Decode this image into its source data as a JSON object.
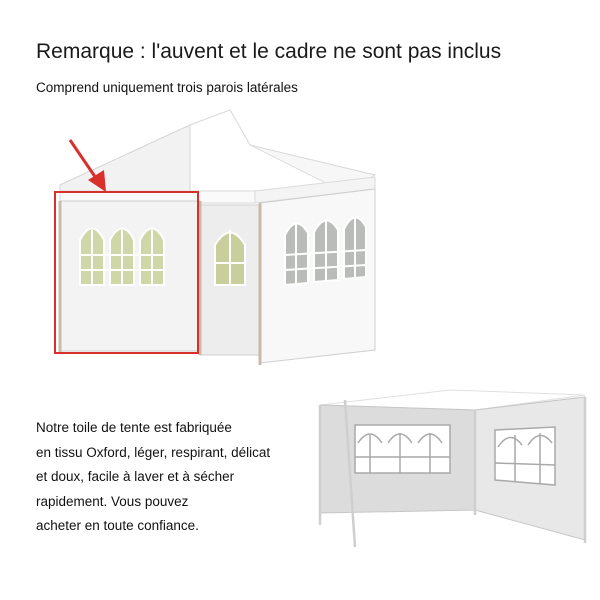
{
  "header": {
    "title": "Remarque : l'auvent et le cadre ne sont pas inclus",
    "subtitle": "Comprend uniquement trois parois latérales"
  },
  "description": {
    "lines": [
      "Notre toile de tente est fabriquée",
      "en tissu Oxford, léger, respirant, délicat",
      "et doux, facile à laver et à sécher",
      "rapidement. Vous pouvez",
      "acheter en toute confiance."
    ]
  },
  "colors": {
    "highlight": "#d9302c",
    "tent_fabric": "#ffffff",
    "tent_shadow": "#e6e6e6"
  }
}
